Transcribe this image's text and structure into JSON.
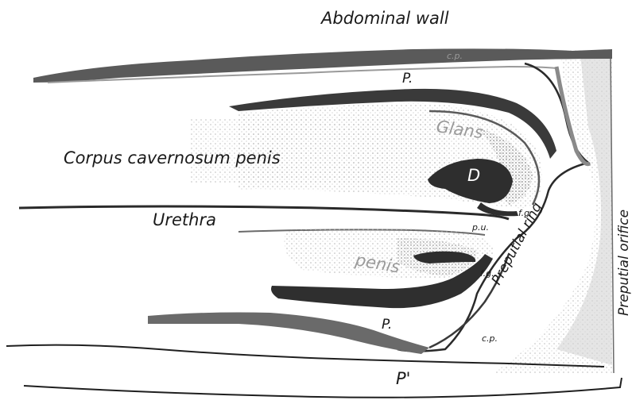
{
  "labels": {
    "abdominal_wall": "Abdominal wall",
    "cp_top": "c.p.",
    "p_upper": "P.",
    "glans": "Glans",
    "corpus": "Corpus cavernosum penis",
    "d": "D",
    "fg_upper": "f.g",
    "urethra": "Urethra",
    "pu": "p.u.",
    "penis": "penis",
    "fg_lower": "f.g.",
    "preputial_ring": "Preputial ring",
    "preputial_orifice": "Preputial orifice",
    "p_lower": "P.",
    "cp_bottom": "c.p.",
    "p_prime": "P'"
  },
  "colors": {
    "ink": "#1a1a1a",
    "tissue_dark": "#3a3a3a",
    "tissue_mid": "#8a8a8a",
    "tissue_light": "#cfcfcf",
    "stipple": "#b5b5b5",
    "background": "#ffffff"
  }
}
